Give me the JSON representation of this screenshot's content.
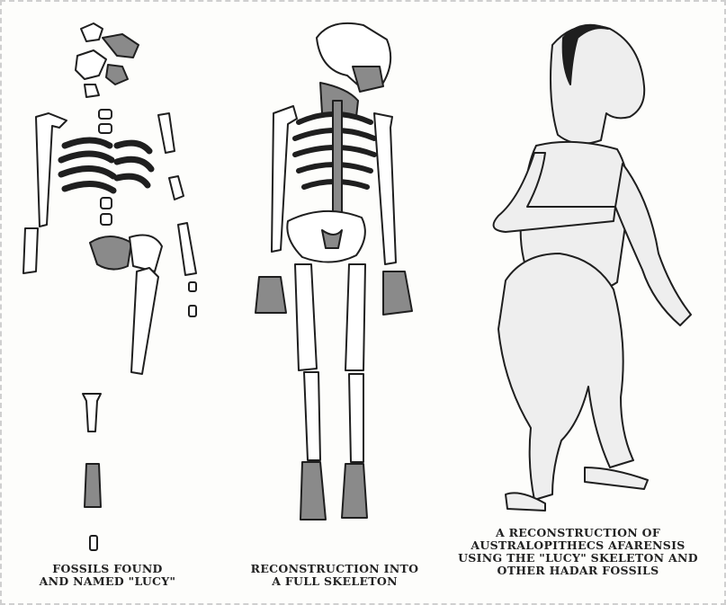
{
  "captions": {
    "fossils": [
      "FOSSILS FOUND",
      "AND NAMED \"LUCY\""
    ],
    "reconstruction": [
      "RECONSTRUCTION INTO",
      "A FULL SKELETON"
    ],
    "figure": [
      "A RECONSTRUCTION OF",
      "AUSTRALOPITHECS AFARENSIS",
      "USING THE \"LUCY\" SKELETON AND",
      "OTHER HADAR FOSSILS"
    ]
  },
  "colors": {
    "ink": "#1f1f1f",
    "bone": "#ffffff",
    "shade": "#8a8a8a",
    "skin": "#eeeeee"
  }
}
